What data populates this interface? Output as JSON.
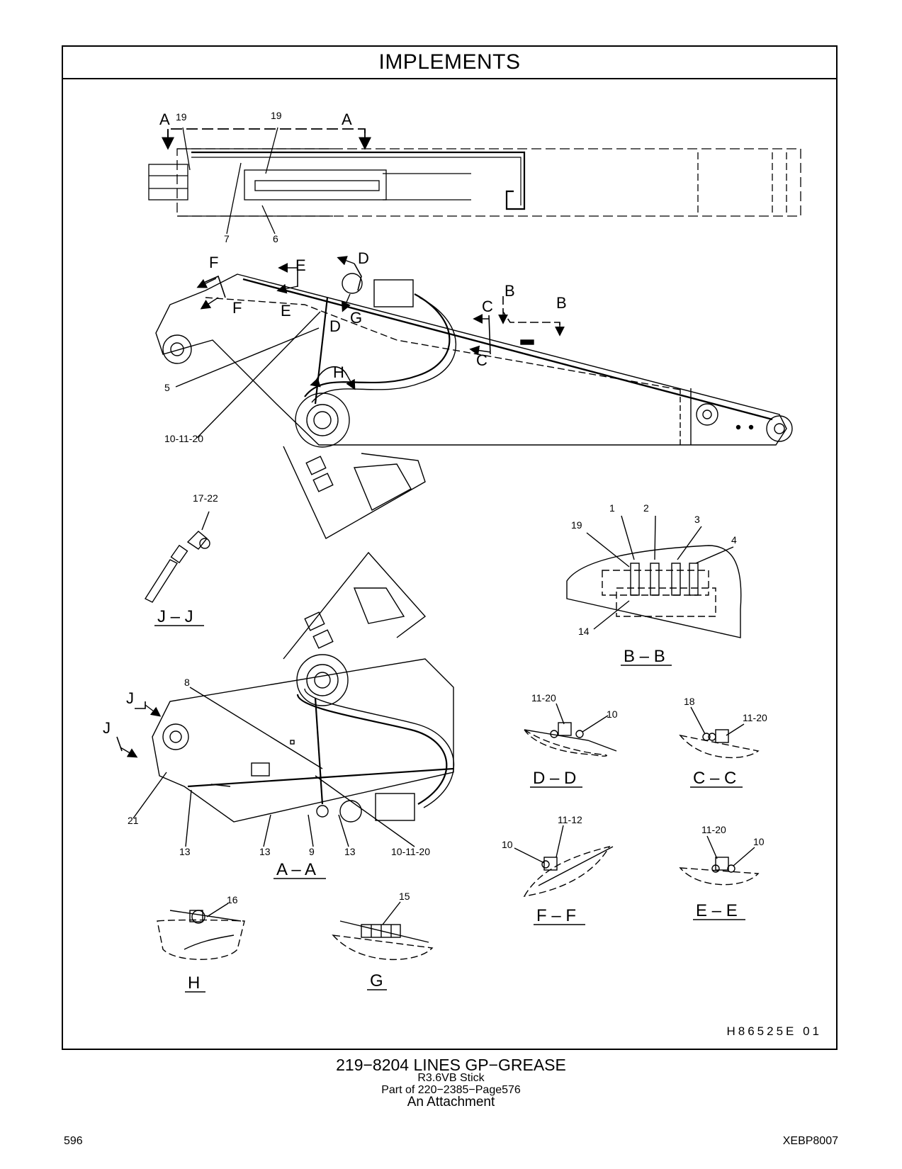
{
  "header": {
    "title": "IMPLEMENTS"
  },
  "drawing_code": "H86525E  01",
  "views": {
    "a": "A – A",
    "b": "B – B",
    "c": "C – C",
    "d": "D – D",
    "e": "E – E",
    "f": "F – F",
    "g": "G",
    "h": "H",
    "j": "J – J"
  },
  "section_letters": {
    "a": "A",
    "b": "B",
    "c": "C",
    "d": "D",
    "e": "E",
    "f": "F",
    "g": "G",
    "h": "H",
    "j": "J"
  },
  "callouts": {
    "n1": "1",
    "n2": "2",
    "n3": "3",
    "n4": "4",
    "n5": "5",
    "n6": "6",
    "n7": "7",
    "n8": "8",
    "n9": "9",
    "n10": "10",
    "n13": "13",
    "n14": "14",
    "n15": "15",
    "n16": "16",
    "n18": "18",
    "n19": "19",
    "n21": "21",
    "n10_11_20": "10-11-20",
    "n11_20": "11-20",
    "n11_12": "11-12",
    "n17_22": "17-22"
  },
  "footer": {
    "part_line": "219−8204   LINES  GP−GREASE",
    "model_line": "R3.6VB   Stick",
    "part_of": "Part of 220−2385−Page576",
    "attachment": "An Attachment",
    "page_number": "596",
    "doc_code": "XEBP8007"
  }
}
